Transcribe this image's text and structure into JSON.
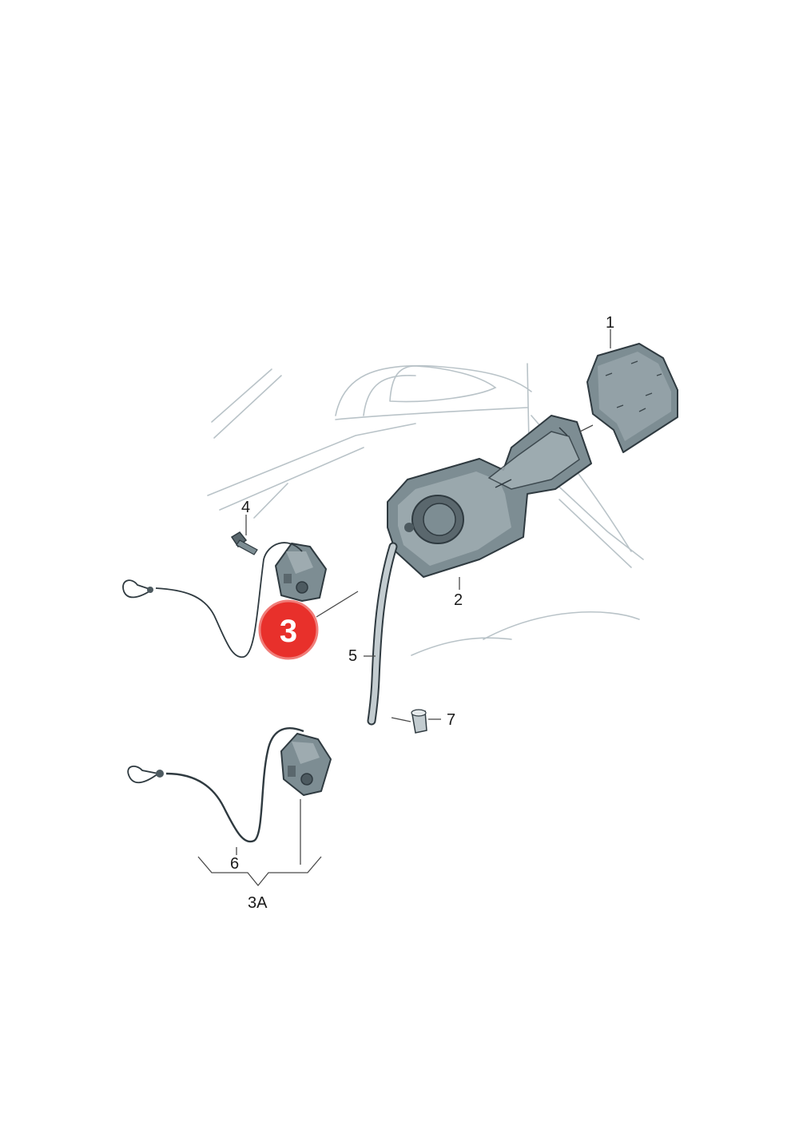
{
  "callouts": {
    "p1": "1",
    "p2": "2",
    "p3": "3",
    "p3a": "3A",
    "p4": "4",
    "p5": "5",
    "p6": "6",
    "p7": "7"
  },
  "highlight": {
    "label": "3",
    "color": "#e8302b"
  },
  "colors": {
    "part_fill": "#7d8d93",
    "part_light": "#a6b3b8",
    "part_dark": "#4d5a60",
    "ghost_lines": "#b9c3c8"
  }
}
